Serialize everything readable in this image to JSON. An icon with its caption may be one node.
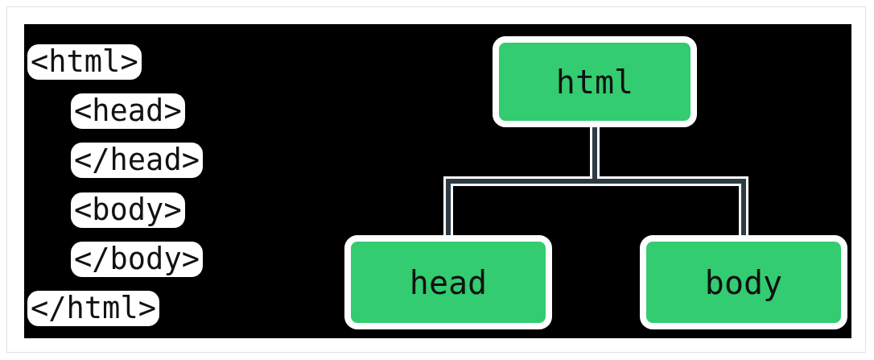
{
  "diagram": {
    "nodes": [
      {
        "text": [
          "html"
        ]
      },
      {
        "text": [
          "head"
        ]
      },
      {
        "text": [
          "body"
        ]
      }
    ],
    "edges": [
      {
        "from": 0,
        "to": 1,
        "arrow": "none"
      },
      {
        "from": 0,
        "to": 2,
        "arrow": "none"
      }
    ],
    "labels": [
      "<html>",
      "<head>",
      "</head>",
      "<body>",
      "</body>",
      "</html>"
    ]
  }
}
